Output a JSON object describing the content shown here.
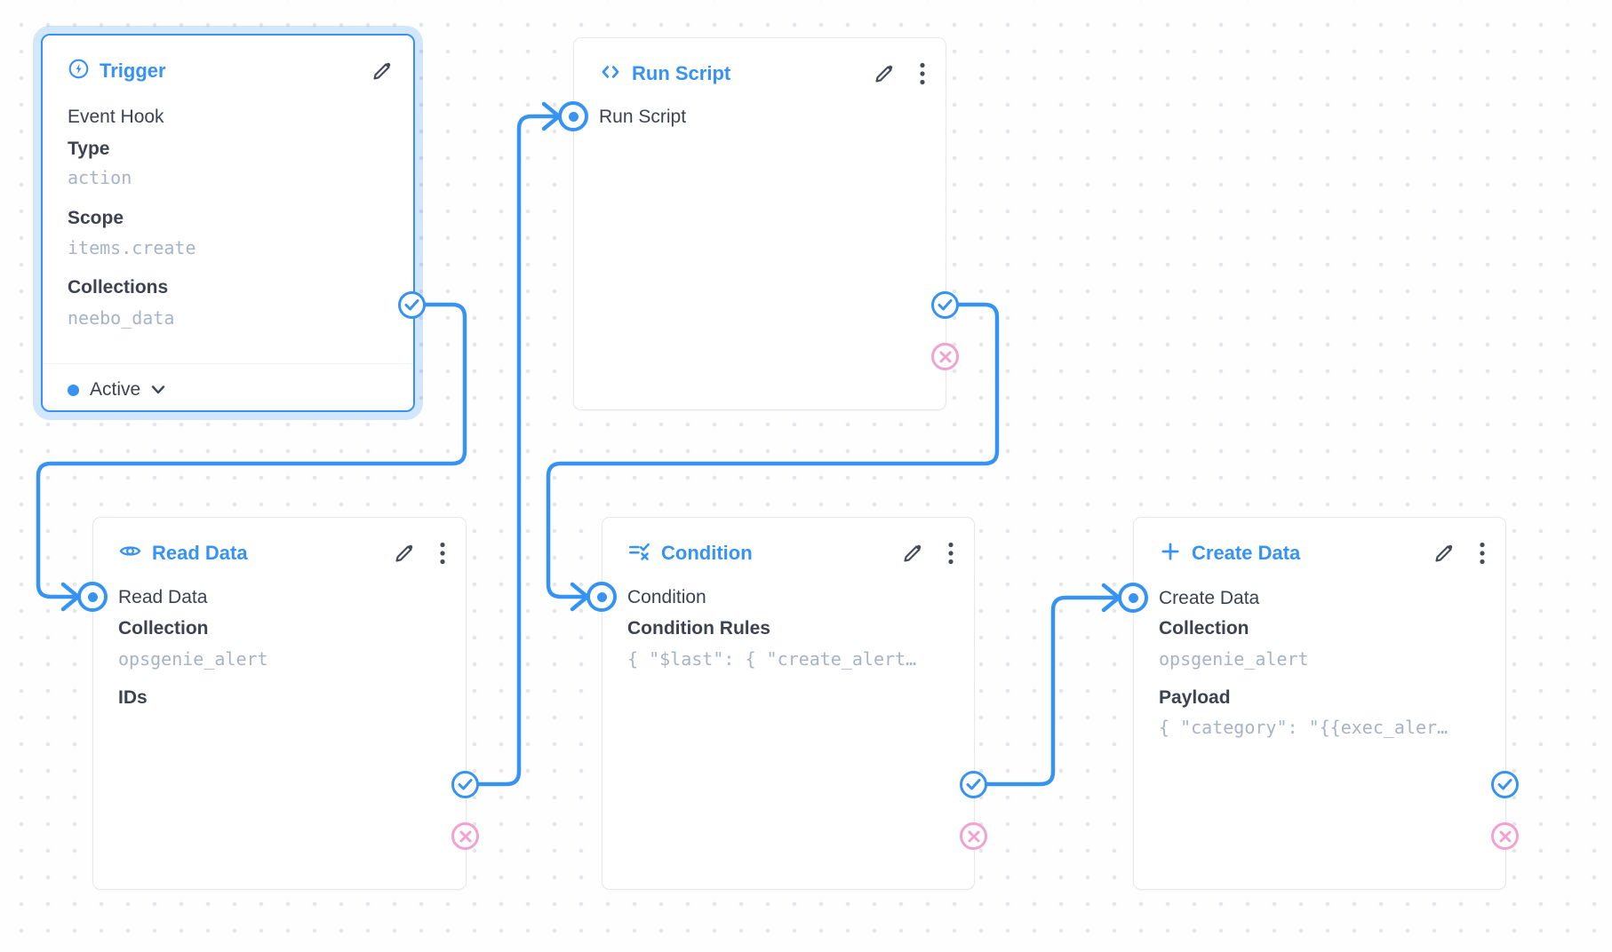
{
  "flow": {
    "colors": {
      "accent": "#3693f4",
      "reject_pink": "#f2a2d0",
      "muted_value": "#a6b4c6",
      "text": "#3c4250"
    },
    "nodes": [
      {
        "id": "trigger",
        "icon": "bolt-circle-icon",
        "title": "Trigger",
        "subtitle": "Event Hook",
        "fields": [
          {
            "label": "Type",
            "value": "action"
          },
          {
            "label": "Scope",
            "value": "items.create"
          },
          {
            "label": "Collections",
            "value": "neebo_data"
          }
        ],
        "status": "Active"
      },
      {
        "id": "run-script",
        "icon": "code-icon",
        "title": "Run Script",
        "input_label": "Run Script",
        "fields": []
      },
      {
        "id": "read-data",
        "icon": "eye-icon",
        "title": "Read Data",
        "input_label": "Read Data",
        "fields": [
          {
            "label": "Collection",
            "value": "opsgenie_alert"
          },
          {
            "label": "IDs",
            "value": ""
          }
        ]
      },
      {
        "id": "condition",
        "icon": "rule-icon",
        "title": "Condition",
        "input_label": "Condition",
        "fields": [
          {
            "label": "Condition Rules",
            "value": "{ \"$last\": { \"create_alert…"
          }
        ]
      },
      {
        "id": "create-data",
        "icon": "plus-icon",
        "title": "Create Data",
        "input_label": "Create Data",
        "fields": [
          {
            "label": "Collection",
            "value": "opsgenie_alert"
          },
          {
            "label": "Payload",
            "value": "{ \"category\": \"{{exec_aler…"
          }
        ]
      }
    ]
  }
}
